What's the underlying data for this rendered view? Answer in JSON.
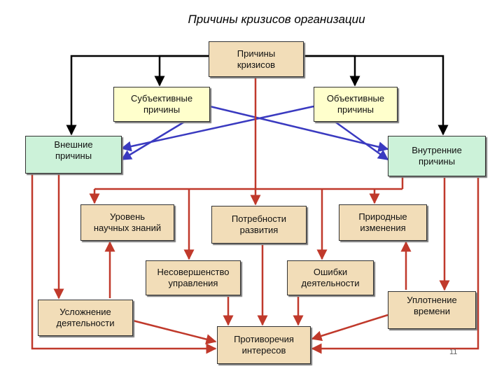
{
  "title": "Причины кризисов организации",
  "boxes": {
    "root": "Причины\nкризисов",
    "subjective": "Субъективные\nпричины",
    "objective": "Объективные\nпричины",
    "external": "Внешние\nпричины",
    "internal": "Внутренние\nпричины",
    "knowledge": "Уровень\nнаучных знаний",
    "development": "Потребности\nразвития",
    "natural": "Природные\nизменения",
    "management": "Несовершенство\nуправления",
    "errors": "Ошибки\nдеятельности",
    "complexity": "Усложнение\nдеятельности",
    "time": "Уплотнение\nвремени",
    "contradictions": "Противоречия\nинтересов"
  },
  "colors": {
    "black_arrows": "#000000",
    "red_arrows": "#c0392b",
    "blue_arrows": "#3a3ac0",
    "tan_box": "#f2ddb8",
    "yellow_box": "#ffffcc",
    "green_box": "#ccf2d9"
  },
  "page_number": "11"
}
